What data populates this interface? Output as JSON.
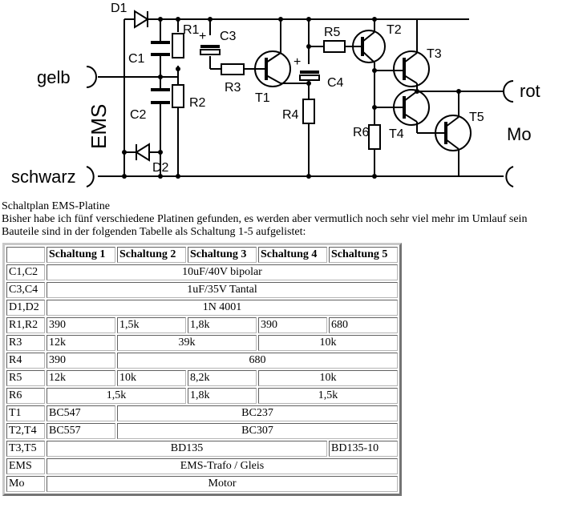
{
  "schematic": {
    "labels": {
      "d1": "D1",
      "d2": "D2",
      "r1": "R1",
      "r2": "R2",
      "r3": "R3",
      "r4": "R4",
      "r5": "R5",
      "r6": "R6",
      "c1": "C1",
      "c2": "C2",
      "c3": "C3",
      "c4": "C4",
      "t1": "T1",
      "t2": "T2",
      "t3": "T3",
      "t4": "T4",
      "t5": "T5",
      "ems": "EMS",
      "gelb": "gelb",
      "schwarz": "schwarz",
      "rot": "rot",
      "mo": "Mo",
      "plus": "+"
    }
  },
  "caption": {
    "title": "Schaltplan EMS-Platine",
    "line1": "Bisher habe ich fünf verschiedene Platinen gefunden, es werden aber vermutlich noch sehr viel mehr im Umlauf sein",
    "line2": "Bauteile sind in der folgenden Tabelle als Schaltung 1-5 aufgelistet:"
  },
  "table": {
    "headers": [
      "Schaltung 1",
      "Schaltung 2",
      "Schaltung 3",
      "Schaltung 4",
      "Schaltung 5"
    ],
    "rows": [
      {
        "label": "C1,C2",
        "cells": [
          {
            "text": "10uF/40V bipolar",
            "span": 5,
            "align": "c"
          }
        ]
      },
      {
        "label": "C3,C4",
        "cells": [
          {
            "text": "1uF/35V Tantal",
            "span": 5,
            "align": "c"
          }
        ]
      },
      {
        "label": "D1,D2",
        "cells": [
          {
            "text": "1N 4001",
            "span": 5,
            "align": "c"
          }
        ]
      },
      {
        "label": "R1,R2",
        "cells": [
          {
            "text": "390",
            "span": 1,
            "align": "l"
          },
          {
            "text": "1,5k",
            "span": 1,
            "align": "l"
          },
          {
            "text": "1,8k",
            "span": 1,
            "align": "l"
          },
          {
            "text": "390",
            "span": 1,
            "align": "l"
          },
          {
            "text": "680",
            "span": 1,
            "align": "l"
          }
        ]
      },
      {
        "label": "R3",
        "cells": [
          {
            "text": "12k",
            "span": 1,
            "align": "l"
          },
          {
            "text": "39k",
            "span": 2,
            "align": "c"
          },
          {
            "text": "10k",
            "span": 2,
            "align": "c"
          }
        ]
      },
      {
        "label": "R4",
        "cells": [
          {
            "text": "390",
            "span": 1,
            "align": "l"
          },
          {
            "text": "680",
            "span": 4,
            "align": "c"
          }
        ]
      },
      {
        "label": "R5",
        "cells": [
          {
            "text": "12k",
            "span": 1,
            "align": "l"
          },
          {
            "text": "10k",
            "span": 1,
            "align": "l"
          },
          {
            "text": "8,2k",
            "span": 1,
            "align": "l"
          },
          {
            "text": "10k",
            "span": 2,
            "align": "c"
          }
        ]
      },
      {
        "label": "R6",
        "cells": [
          {
            "text": "1,5k",
            "span": 2,
            "align": "c"
          },
          {
            "text": "1,8k",
            "span": 1,
            "align": "l"
          },
          {
            "text": "1,5k",
            "span": 2,
            "align": "c"
          }
        ]
      },
      {
        "label": "T1",
        "cells": [
          {
            "text": "BC547",
            "span": 1,
            "align": "l"
          },
          {
            "text": "BC237",
            "span": 4,
            "align": "c"
          }
        ]
      },
      {
        "label": "T2,T4",
        "cells": [
          {
            "text": "BC557",
            "span": 1,
            "align": "l"
          },
          {
            "text": "BC307",
            "span": 4,
            "align": "c"
          }
        ]
      },
      {
        "label": "T3,T5",
        "cells": [
          {
            "text": "BD135",
            "span": 4,
            "align": "c"
          },
          {
            "text": "BD135-10",
            "span": 1,
            "align": "l"
          }
        ]
      },
      {
        "label": "EMS",
        "cells": [
          {
            "text": "EMS-Trafo / Gleis",
            "span": 5,
            "align": "c"
          }
        ]
      },
      {
        "label": "Mo",
        "cells": [
          {
            "text": "Motor",
            "span": 5,
            "align": "c"
          }
        ]
      }
    ]
  }
}
